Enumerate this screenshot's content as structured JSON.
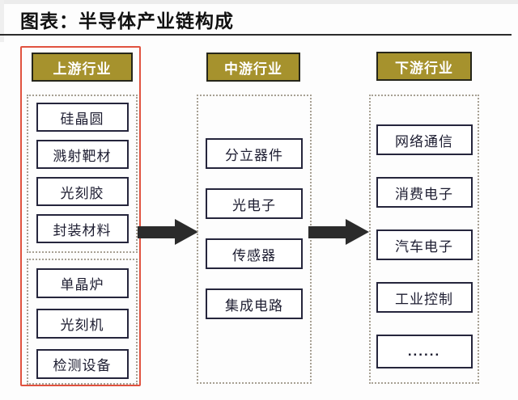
{
  "title": "图表：半导体产业链构成",
  "colors": {
    "header_bg": "#a6922d",
    "header_text": "#ffffff",
    "highlight_border": "#e0523f",
    "node_border": "#25253c",
    "node_text": "#1c1c30",
    "dotted_border": "#a7a093",
    "arrow": "#2b2b2b"
  },
  "icons": {
    "flow_arrow": "arrow-right"
  },
  "columns": [
    {
      "id": "upstream",
      "header": "上游行业",
      "highlighted": true,
      "groups": [
        {
          "items": [
            "硅晶圆",
            "溅射靶材",
            "光刻胶",
            "封装材料"
          ]
        },
        {
          "items": [
            "单晶炉",
            "光刻机",
            "检测设备"
          ]
        }
      ]
    },
    {
      "id": "midstream",
      "header": "中游行业",
      "highlighted": false,
      "groups": [
        {
          "items": [
            "分立器件",
            "光电子",
            "传感器",
            "集成电路"
          ]
        }
      ]
    },
    {
      "id": "downstream",
      "header": "下游行业",
      "highlighted": false,
      "groups": [
        {
          "items": [
            "网络通信",
            "消费电子",
            "汽车电子",
            "工业控制",
            "......"
          ]
        }
      ]
    }
  ]
}
